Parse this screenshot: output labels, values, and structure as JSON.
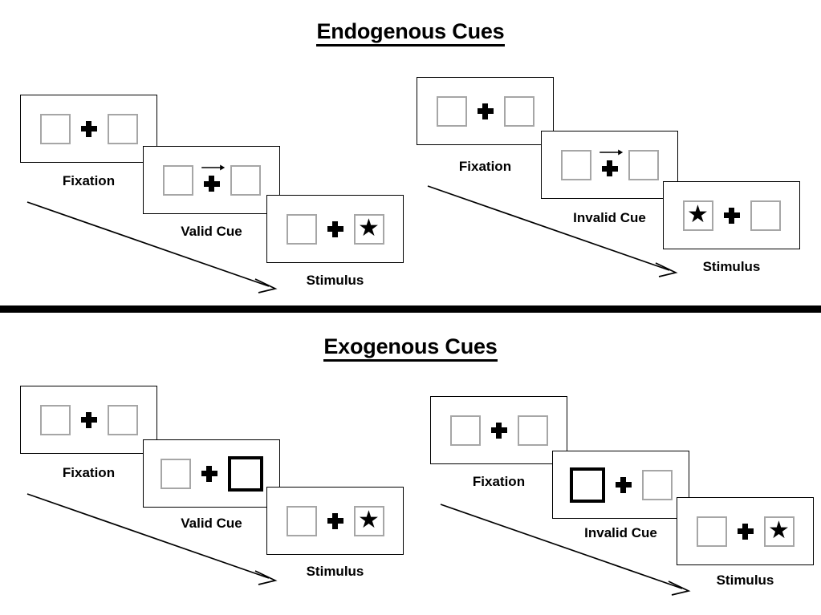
{
  "sections": [
    {
      "id": "endogenous",
      "title": "Endogenous Cues",
      "panels": [
        {
          "id": "endo-valid",
          "frames": [
            {
              "label": "Fixation",
              "cue": "none",
              "left": "empty",
              "right": "empty"
            },
            {
              "label": "Valid Cue",
              "cue": "arrow-right",
              "left": "empty",
              "right": "empty"
            },
            {
              "label": "Stimulus",
              "cue": "none",
              "left": "empty",
              "right": "star"
            }
          ]
        },
        {
          "id": "endo-invalid",
          "frames": [
            {
              "label": "Fixation",
              "cue": "none",
              "left": "empty",
              "right": "empty"
            },
            {
              "label": "Invalid Cue",
              "cue": "arrow-right",
              "left": "empty",
              "right": "empty"
            },
            {
              "label": "Stimulus",
              "cue": "none",
              "left": "star",
              "right": "empty"
            }
          ]
        }
      ]
    },
    {
      "id": "exogenous",
      "title": "Exogenous Cues",
      "panels": [
        {
          "id": "exo-valid",
          "frames": [
            {
              "label": "Fixation",
              "cue": "none",
              "left": "empty",
              "right": "empty"
            },
            {
              "label": "Valid Cue",
              "cue": "none",
              "left": "empty",
              "right": "cued"
            },
            {
              "label": "Stimulus",
              "cue": "none",
              "left": "empty",
              "right": "star"
            }
          ]
        },
        {
          "id": "exo-invalid",
          "frames": [
            {
              "label": "Fixation",
              "cue": "none",
              "left": "empty",
              "right": "empty"
            },
            {
              "label": "Invalid Cue",
              "cue": "none",
              "left": "cued",
              "right": "empty"
            },
            {
              "label": "Stimulus",
              "cue": "none",
              "left": "empty",
              "right": "star"
            }
          ]
        }
      ]
    }
  ],
  "icons": {
    "star": "★",
    "fixation_cross": "plus-icon",
    "cue_arrow": "arrow-right-icon",
    "timeline": "time-arrow-icon"
  },
  "colors": {
    "ink": "#000000",
    "placeholder_box_border": "#a6a6a6",
    "frame_border": "#000000",
    "cued_box_border": "#000000",
    "background": "#ffffff"
  }
}
